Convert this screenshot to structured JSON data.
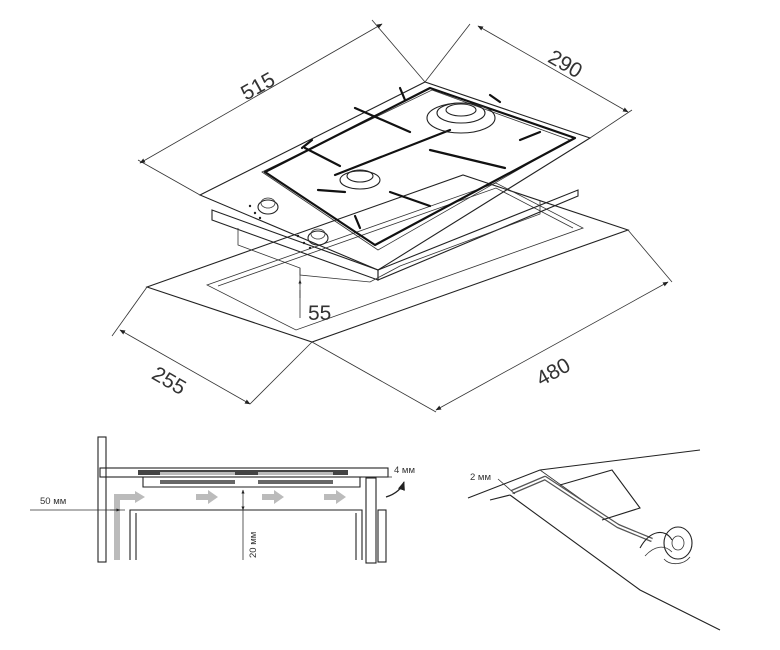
{
  "hob_dimensions": {
    "length": "515",
    "width": "290",
    "height": "55"
  },
  "cutout_dimensions": {
    "length": "480",
    "width": "255"
  },
  "installation_section": {
    "wall_gap": "50 мм",
    "rear_gap": "4 мм",
    "bottom_gap": "20 мм"
  },
  "seal_detail": {
    "seal_thickness": "2 мм"
  }
}
